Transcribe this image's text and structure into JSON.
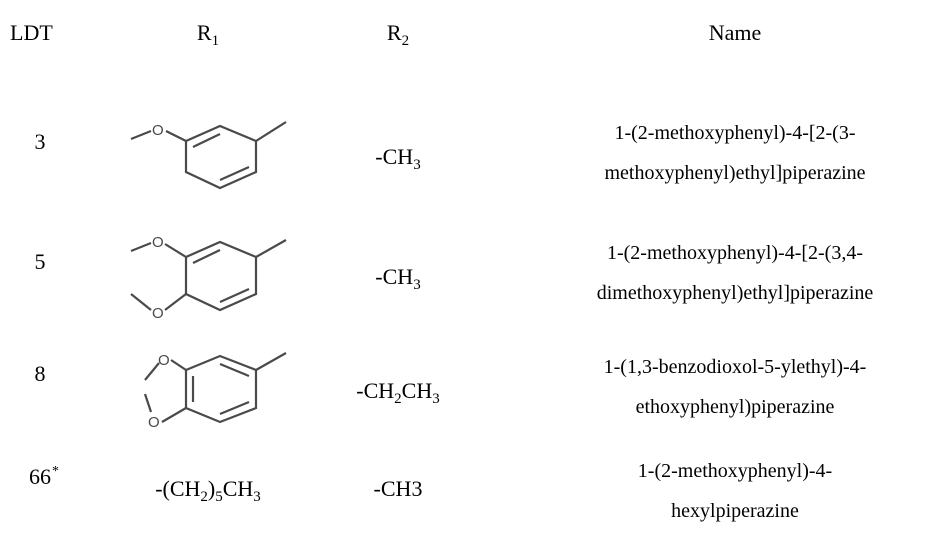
{
  "table": {
    "headers": {
      "ldt": "LDT",
      "r1": "R",
      "r1_sub": "1",
      "r2": "R",
      "r2_sub": "2",
      "name": "Name"
    },
    "rows": [
      {
        "ldt": "3",
        "r1_structure": "3-methoxyphenyl",
        "r2_prefix": "-CH",
        "r2_sub": "3",
        "name_line1": "1-(2-methoxyphenyl)-4-[2-(3-",
        "name_line2": "methoxyphenyl)ethyl]piperazine"
      },
      {
        "ldt": "5",
        "r1_structure": "3,4-dimethoxyphenyl",
        "r2_prefix": "-CH",
        "r2_sub": "3",
        "name_line1": "1-(2-methoxyphenyl)-4-[2-(3,4-",
        "name_line2": "dimethoxyphenyl)ethyl]piperazine"
      },
      {
        "ldt": "8",
        "r1_structure": "1,3-benzodioxol-5-yl",
        "r2_prefix": "-CH",
        "r2_sub": "2",
        "r2_suffix": "CH",
        "r2_sub2": "3",
        "name_line1": "1-(1,3-benzodioxol-5-ylethyl)-4-",
        "name_line2": "ethoxyphenyl)piperazine"
      },
      {
        "ldt": "66",
        "ldt_mark": "*",
        "r1_prefix": "-(CH",
        "r1_sub": "2",
        "r1_mid": ")",
        "r1_sub2": "5",
        "r1_suffix": "CH",
        "r1_sub3": "3",
        "r2_text": "-CH3",
        "name_line1": "1-(2-methoxyphenyl)-4-",
        "name_line2": "hexylpiperazine"
      }
    ],
    "atom_label": "O"
  }
}
